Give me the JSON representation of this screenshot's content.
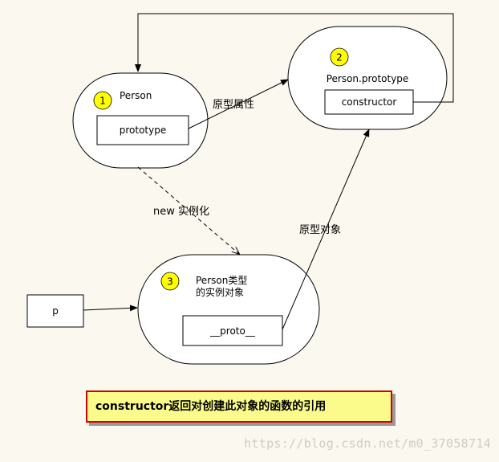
{
  "nodes": {
    "person": {
      "badge": "1",
      "title": "Person",
      "box": "prototype"
    },
    "prototype": {
      "badge": "2",
      "title": "Person.prototype",
      "box": "constructor"
    },
    "instance": {
      "badge": "3",
      "title_line1": "Person类型",
      "title_line2": "的实例对象",
      "box": "__proto__"
    },
    "p": {
      "box": "p"
    }
  },
  "edges": {
    "prototype_property": "原型属性",
    "instantiate": "new 实例化",
    "prototype_object": "原型对象"
  },
  "caption": "constructor返回对创建此对象的函数的引用",
  "watermark": "https://blog.csdn.net/m0_37058714",
  "colors": {
    "background": "#fbf8ef",
    "badge_fill": "#ffff00",
    "caption_fill": "#fbfb8c",
    "caption_border": "#d40000"
  }
}
